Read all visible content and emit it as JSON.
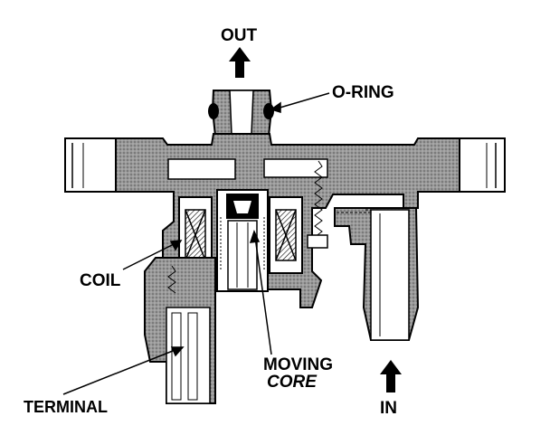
{
  "labels": {
    "out": "OUT",
    "o_ring": "O-RING",
    "coil": "COIL",
    "moving": "MOVING",
    "core": "CORE",
    "terminal": "TERMINAL",
    "in": "IN"
  },
  "colors": {
    "ink": "#000000",
    "paper": "#ffffff",
    "housing_fill": "#8a8a8a",
    "housing_light": "#c8c8c8"
  }
}
